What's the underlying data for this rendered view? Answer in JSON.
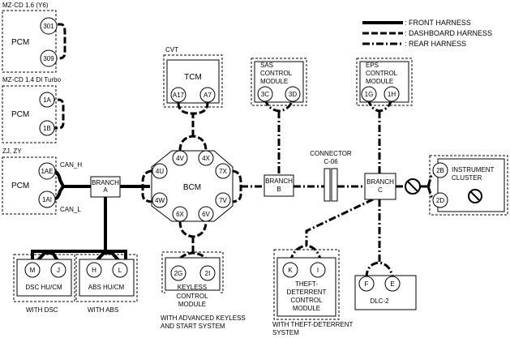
{
  "legend": {
    "front": ": FRONT HARNESS",
    "dashboard": ": DASHBOARD HARNESS",
    "rear": ": REAR HARNESS"
  },
  "groups": {
    "pcm1_variant": "MZ-CD 1.6 (Y6)",
    "pcm2_variant": "MZ-CD 1.4 DI Turbo",
    "pcm3_variant": "ZJ, ZY",
    "tcm_variant": "CVT",
    "dsc_note": "WITH DSC",
    "abs_note": "WITH ABS",
    "keyless_note_1": "WITH ADVANCED KEYLESS",
    "keyless_note_2": "AND START SYSTEM",
    "theft_note_1": "WITH THEFT-DETERRENT",
    "theft_note_2": "SYSTEM"
  },
  "modules": {
    "pcm": "PCM",
    "tcm": "TCM",
    "bcm": "BCM",
    "sas": [
      "SAS",
      "CONTROL",
      "MODULE"
    ],
    "eps": [
      "EPS",
      "CONTROL",
      "MODULE"
    ],
    "cluster": [
      "INSTRUMENT",
      "CLUSTER"
    ],
    "dsc": "DSC HU/CM",
    "abs": "ABS HU/CM",
    "keyless": [
      "KEYLESS",
      "CONTROL",
      "MODULE"
    ],
    "theft": [
      "THEFT-",
      "DETERRENT",
      "CONTROL",
      "MODULE"
    ],
    "dlc": "DLC-2"
  },
  "branches": {
    "a": [
      "BRANCH",
      "A"
    ],
    "b": [
      "BRANCH",
      "B"
    ],
    "c": [
      "BRANCH",
      "C"
    ]
  },
  "connector": [
    "CONNECTOR",
    "C-06"
  ],
  "signals": {
    "can_h": "CAN_H",
    "can_l": "CAN_L"
  },
  "terminals": {
    "pcm1_top": "301",
    "pcm1_bottom": "309",
    "pcm2_top": "1A",
    "pcm2_bottom": "1B",
    "pcm3_top": "1AE",
    "pcm3_bottom": "1AI",
    "tcm_left": "A17",
    "tcm_right": "A7",
    "sas_left": "3C",
    "sas_right": "3D",
    "eps_left": "1G",
    "eps_right": "1H",
    "bcm_4v": "4V",
    "bcm_4x": "4X",
    "bcm_4u": "4U",
    "bcm_7x": "7X",
    "bcm_4w": "4W",
    "bcm_7v": "7V",
    "bcm_6x": "6X",
    "bcm_6v": "6V",
    "cluster_top": "2B",
    "cluster_bottom": "2D",
    "dsc_left": "M",
    "dsc_right": "J",
    "abs_left": "H",
    "abs_right": "L",
    "keyless_left": "2G",
    "keyless_right": "2I",
    "theft_left": "K",
    "theft_right": "I",
    "dlc_left": "F",
    "dlc_right": "E"
  }
}
